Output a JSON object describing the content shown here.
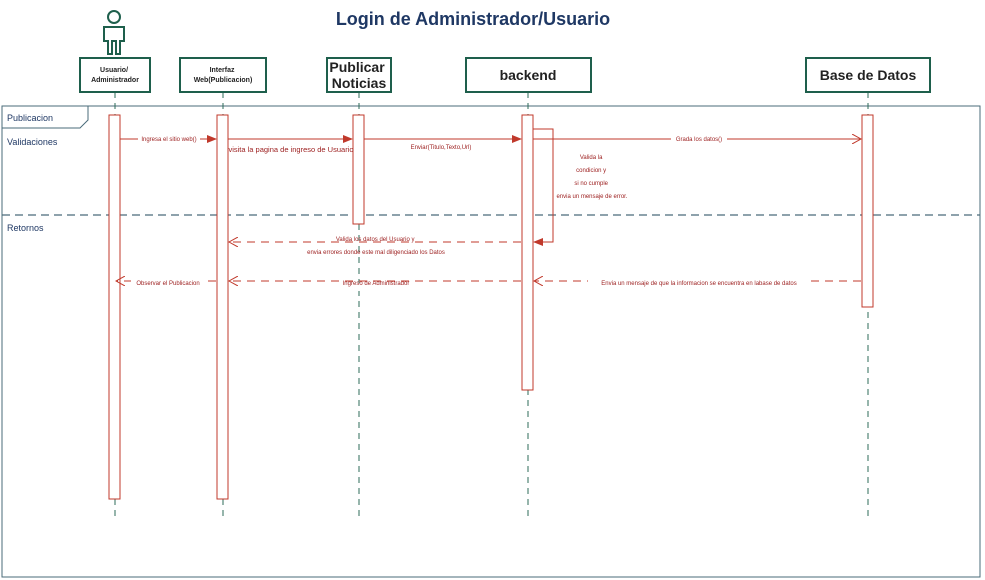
{
  "title": "Login de Administrador/Usuario",
  "colors": {
    "lifeline_box": "#1e5f4c",
    "lifeline_dash": "#2d6b5a",
    "message": "#c0392b",
    "frame": "#4a6b7a",
    "title": "#1f3864",
    "actor": "#1e5f4c"
  },
  "actor_icon": "person-icon",
  "lifelines": [
    {
      "id": "usuario",
      "label_lines": [
        "Usuario/",
        "Administrador"
      ]
    },
    {
      "id": "interfaz",
      "label_lines": [
        "Interfaz",
        "Web(Publicacion)"
      ]
    },
    {
      "id": "publicar",
      "label_lines": [
        "Publicar",
        "Noticias"
      ]
    },
    {
      "id": "backend",
      "label_lines": [
        "backend"
      ]
    },
    {
      "id": "bd",
      "label_lines": [
        "Base de Datos"
      ]
    }
  ],
  "frame": {
    "label": "Publicacion",
    "sections": [
      "Validaciones",
      "Retornos"
    ]
  },
  "messages": [
    {
      "id": "m1",
      "text": "Ingresa el sitio web()",
      "from": "usuario",
      "to": "interfaz",
      "style": "solid"
    },
    {
      "id": "m2",
      "text": "visita la pagina de ingreso de Usuario",
      "from": "interfaz",
      "to": "publicar",
      "style": "solid"
    },
    {
      "id": "m3",
      "text": "Enviar(Titulo,Texto,Url)",
      "from": "publicar",
      "to": "backend",
      "style": "solid"
    },
    {
      "id": "m4",
      "text": "Grada los datos()",
      "from": "backend",
      "to": "bd",
      "style": "solid"
    },
    {
      "id": "m5",
      "text_lines": [
        "Valida la",
        "condicion y",
        "si no cumple",
        "envia un mensaje de error."
      ],
      "from": "backend",
      "to": "backend",
      "style": "self"
    },
    {
      "id": "m6",
      "text_lines": [
        "Valida los datos del Usuario y",
        "envia errores donde este mal diligenciado los Datos"
      ],
      "from": "backend",
      "to": "interfaz",
      "style": "dashed"
    },
    {
      "id": "m7",
      "text": "Envia un mensaje de que la informacion se encuentra en labase de datos",
      "from": "bd",
      "to": "backend",
      "style": "dashed"
    },
    {
      "id": "m8",
      "text": "Ingreso de Administrador",
      "from": "backend",
      "to": "interfaz",
      "style": "dashed"
    },
    {
      "id": "m9",
      "text": "Observar el Publicacion",
      "from": "interfaz",
      "to": "usuario",
      "style": "dashed"
    }
  ]
}
